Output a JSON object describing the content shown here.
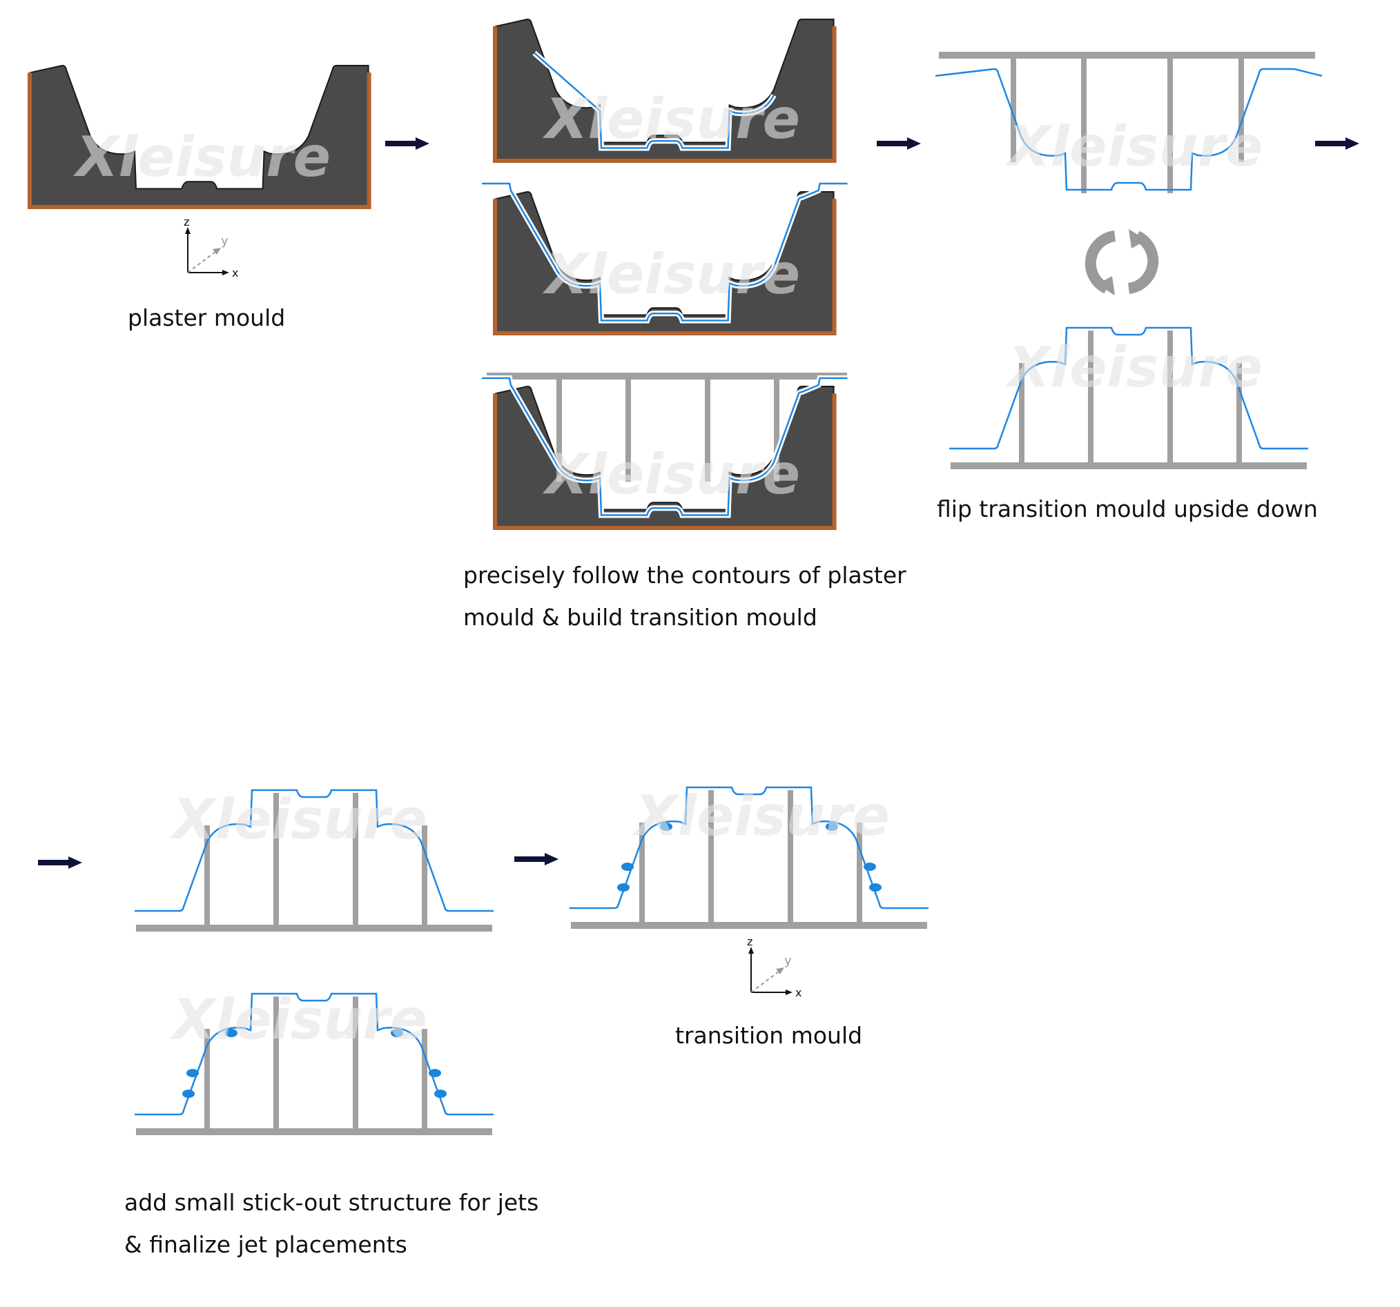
{
  "watermark": "Xleisure",
  "captions": {
    "plaster_mould": [
      "plaster mould"
    ],
    "follow_contours": [
      "precisely follow the contours of plaster",
      "mould & build transition mould"
    ],
    "flip": [
      "flip transition mould upside down"
    ],
    "add_structure": [
      "add small stick-out structure for jets",
      "& finalize jet placements"
    ],
    "transition_mould": [
      "transition mould"
    ]
  },
  "axes": {
    "z": "z",
    "y": "y",
    "x": "x"
  },
  "colors": {
    "mould_fill": "#4a4a4a",
    "mould_edge": "#b5622f",
    "transition_line": "#1e87e3",
    "support_grey": "#a0a0a0",
    "jet_blue": "#1c86dc",
    "arrow": "#0f1238",
    "flip_icon": "#9a9a9a",
    "watermark": "#e4e4e4"
  }
}
